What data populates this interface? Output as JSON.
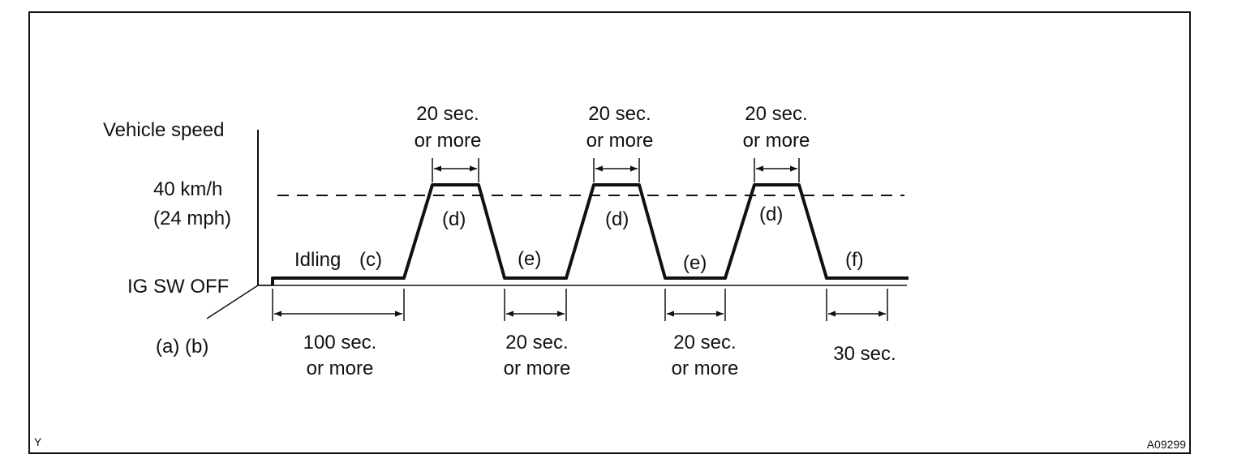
{
  "labels": {
    "y_axis": "Vehicle speed",
    "speed_kmh": "40 km/h",
    "speed_mph": "(24 mph)",
    "ig_sw_off": "IG SW OFF",
    "ab": "(a) (b)",
    "idling": "Idling",
    "c": "(c)",
    "d": "(d)",
    "e": "(e)",
    "f": "(f)",
    "t20_line1": "20 sec.",
    "t20_line2": "or more",
    "t100_line1": "100 sec.",
    "t100_line2": "or more",
    "t30": "30 sec.",
    "corner_left": "Y",
    "corner_right": "A09299"
  }
}
